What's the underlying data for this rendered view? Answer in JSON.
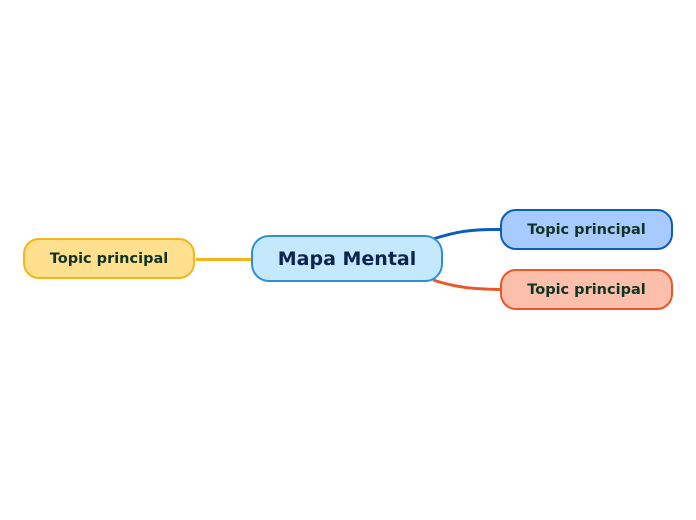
{
  "central_topic": {
    "label": "Mapa Mental",
    "fill": "#c5e9fc",
    "border": "#2f8fd6"
  },
  "topics": [
    {
      "label": "Topic principal",
      "side": "left",
      "fill": "#ffe08f",
      "border": "#f7b31b",
      "line": "#f7b31b"
    },
    {
      "label": "Topic principal",
      "side": "right",
      "fill": "#a7cbfe",
      "border": "#0a5cbd",
      "line": "#0a5cbd"
    },
    {
      "label": "Topic principal",
      "side": "right",
      "fill": "#fbbfab",
      "border": "#ea5729",
      "line": "#ea5729"
    }
  ]
}
